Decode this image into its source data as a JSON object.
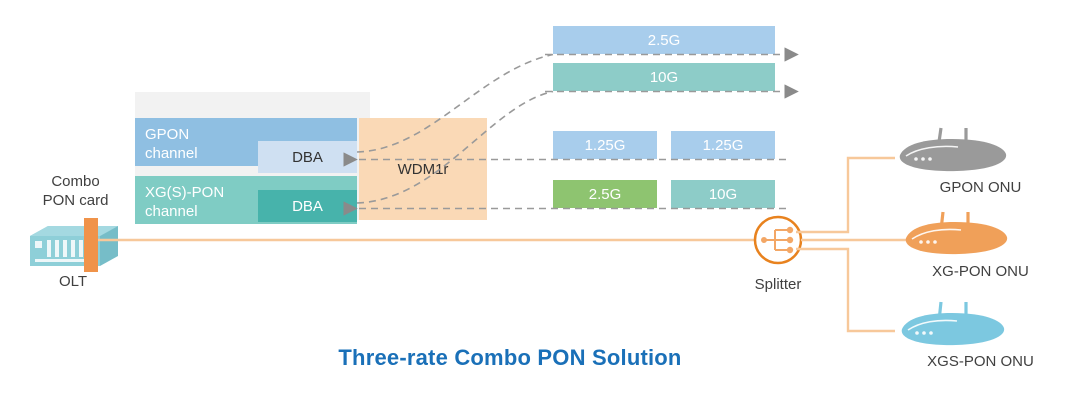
{
  "title": "Three-rate Combo PON Solution",
  "olt": {
    "card_label": "Combo\nPON card",
    "device_label": "OLT",
    "card_color": "#f0934a",
    "chassis_color": "#8ecfd8"
  },
  "line_card": {
    "gpon": {
      "channel_label": "GPON\nchannel",
      "dba_label": "DBA",
      "channel_color": "#8fbfe2",
      "dba_color": "#cfe0f2"
    },
    "xgspon": {
      "channel_label": "XG(S)-PON\nchannel",
      "dba_label": "DBA",
      "channel_color": "#7fccc4",
      "dba_color": "#47b3ab"
    },
    "panel_color": "#f2f2f2"
  },
  "wdm": {
    "label": "WDM1r",
    "color": "#fad9b6"
  },
  "downstream_bars": [
    {
      "label": "2.5G",
      "color": "#a8cdec"
    },
    {
      "label": "10G",
      "color": "#8dccc8"
    }
  ],
  "upstream_rows": [
    {
      "bars": [
        {
          "label": "1.25G",
          "color": "#a8cdec"
        },
        {
          "label": "1.25G",
          "color": "#a8cdec"
        }
      ]
    },
    {
      "bars": [
        {
          "label": "2.5G",
          "color": "#8ec470"
        },
        {
          "label": "10G",
          "color": "#8dccc8"
        }
      ]
    }
  ],
  "splitter": {
    "label": "Splitter",
    "color": "#e8821e"
  },
  "onus": [
    {
      "label": "GPON ONU",
      "color": "#9a9a9a"
    },
    {
      "label": "XG-PON ONU",
      "color": "#f0a059"
    },
    {
      "label": "XGS-PON ONU",
      "color": "#7cc8e0"
    }
  ],
  "colors": {
    "title": "#1a70b8",
    "fiber": "#f7c89a",
    "dashed": "#9a9a9a",
    "text": "#404040"
  }
}
